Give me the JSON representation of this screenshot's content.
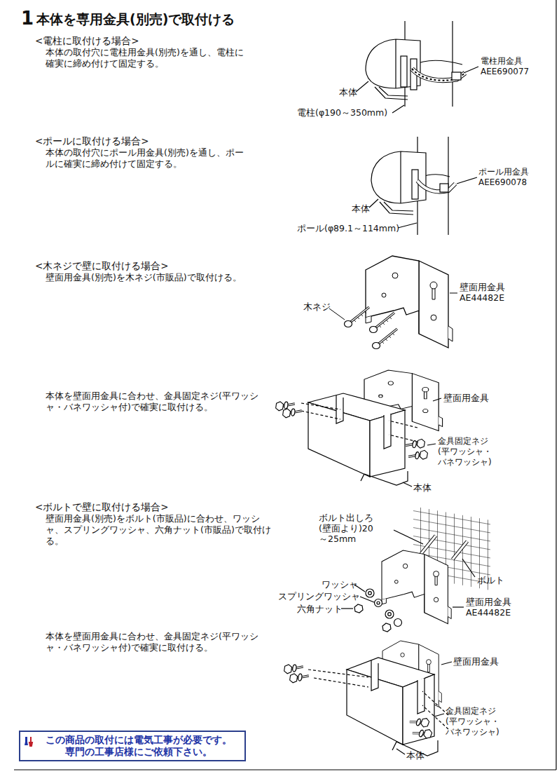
{
  "diagram": {
    "title": "本体を専用金具(別売)で取付ける",
    "nodes": [
      {
        "text": [
          "この商品の取付には電気工事が必要です。 専門の工事店様にご依頼下さい。"
        ]
      }
    ],
    "labels": [
      "1",
      "<電柱に取付ける場合>",
      "本体の取付穴に電柱用金具(別売)を通し、電柱に確実に締め付けて固定する。",
      "電柱用金具 AEE690077",
      "本体",
      "電柱(φ190～350mm)",
      "<ポールに取付ける場合>",
      "本体の取付穴にポール用金具(別売)を通し、ポールに確実に締め付けて固定する。",
      "ポール用金具 AEE690078",
      "本体",
      "ポール(φ89.1～114mm)",
      "<木ネジで壁に取付ける場合>",
      "壁面用金具(別売)を木ネジ(市販品)で取付ける。",
      "木ネジ",
      "壁面用金具 AE44482E",
      "本体を壁面用金具に合わせ、金具固定ネジ(平ワッシャ・バネワッシャ付)で確実に取付ける。",
      "壁面用金具",
      "金具固定ネジ (平ワッシャ・バネワッシャ)",
      "本体",
      "<ボルトで壁に取付ける場合>",
      "壁面用金具(別売)をボルト(市販品)に合わせ、ワッシャ、スプリングワッシャ、六角ナット(市販品)で取付ける。",
      "ボルト出しろ (壁面より)20～25mm",
      "ボルト",
      "ワッシャ",
      "スプリングワッシャ",
      "六角ナット",
      "壁面用金具 AE44482E",
      "本体を壁面用金具に合わせ、金具固定ネジ(平ワッシャ・バネワッシャ付)で確実に取付ける。",
      "壁面用金具",
      "金具固定ネジ (平ワッシャ・バネワッシャ)",
      "本体"
    ]
  }
}
